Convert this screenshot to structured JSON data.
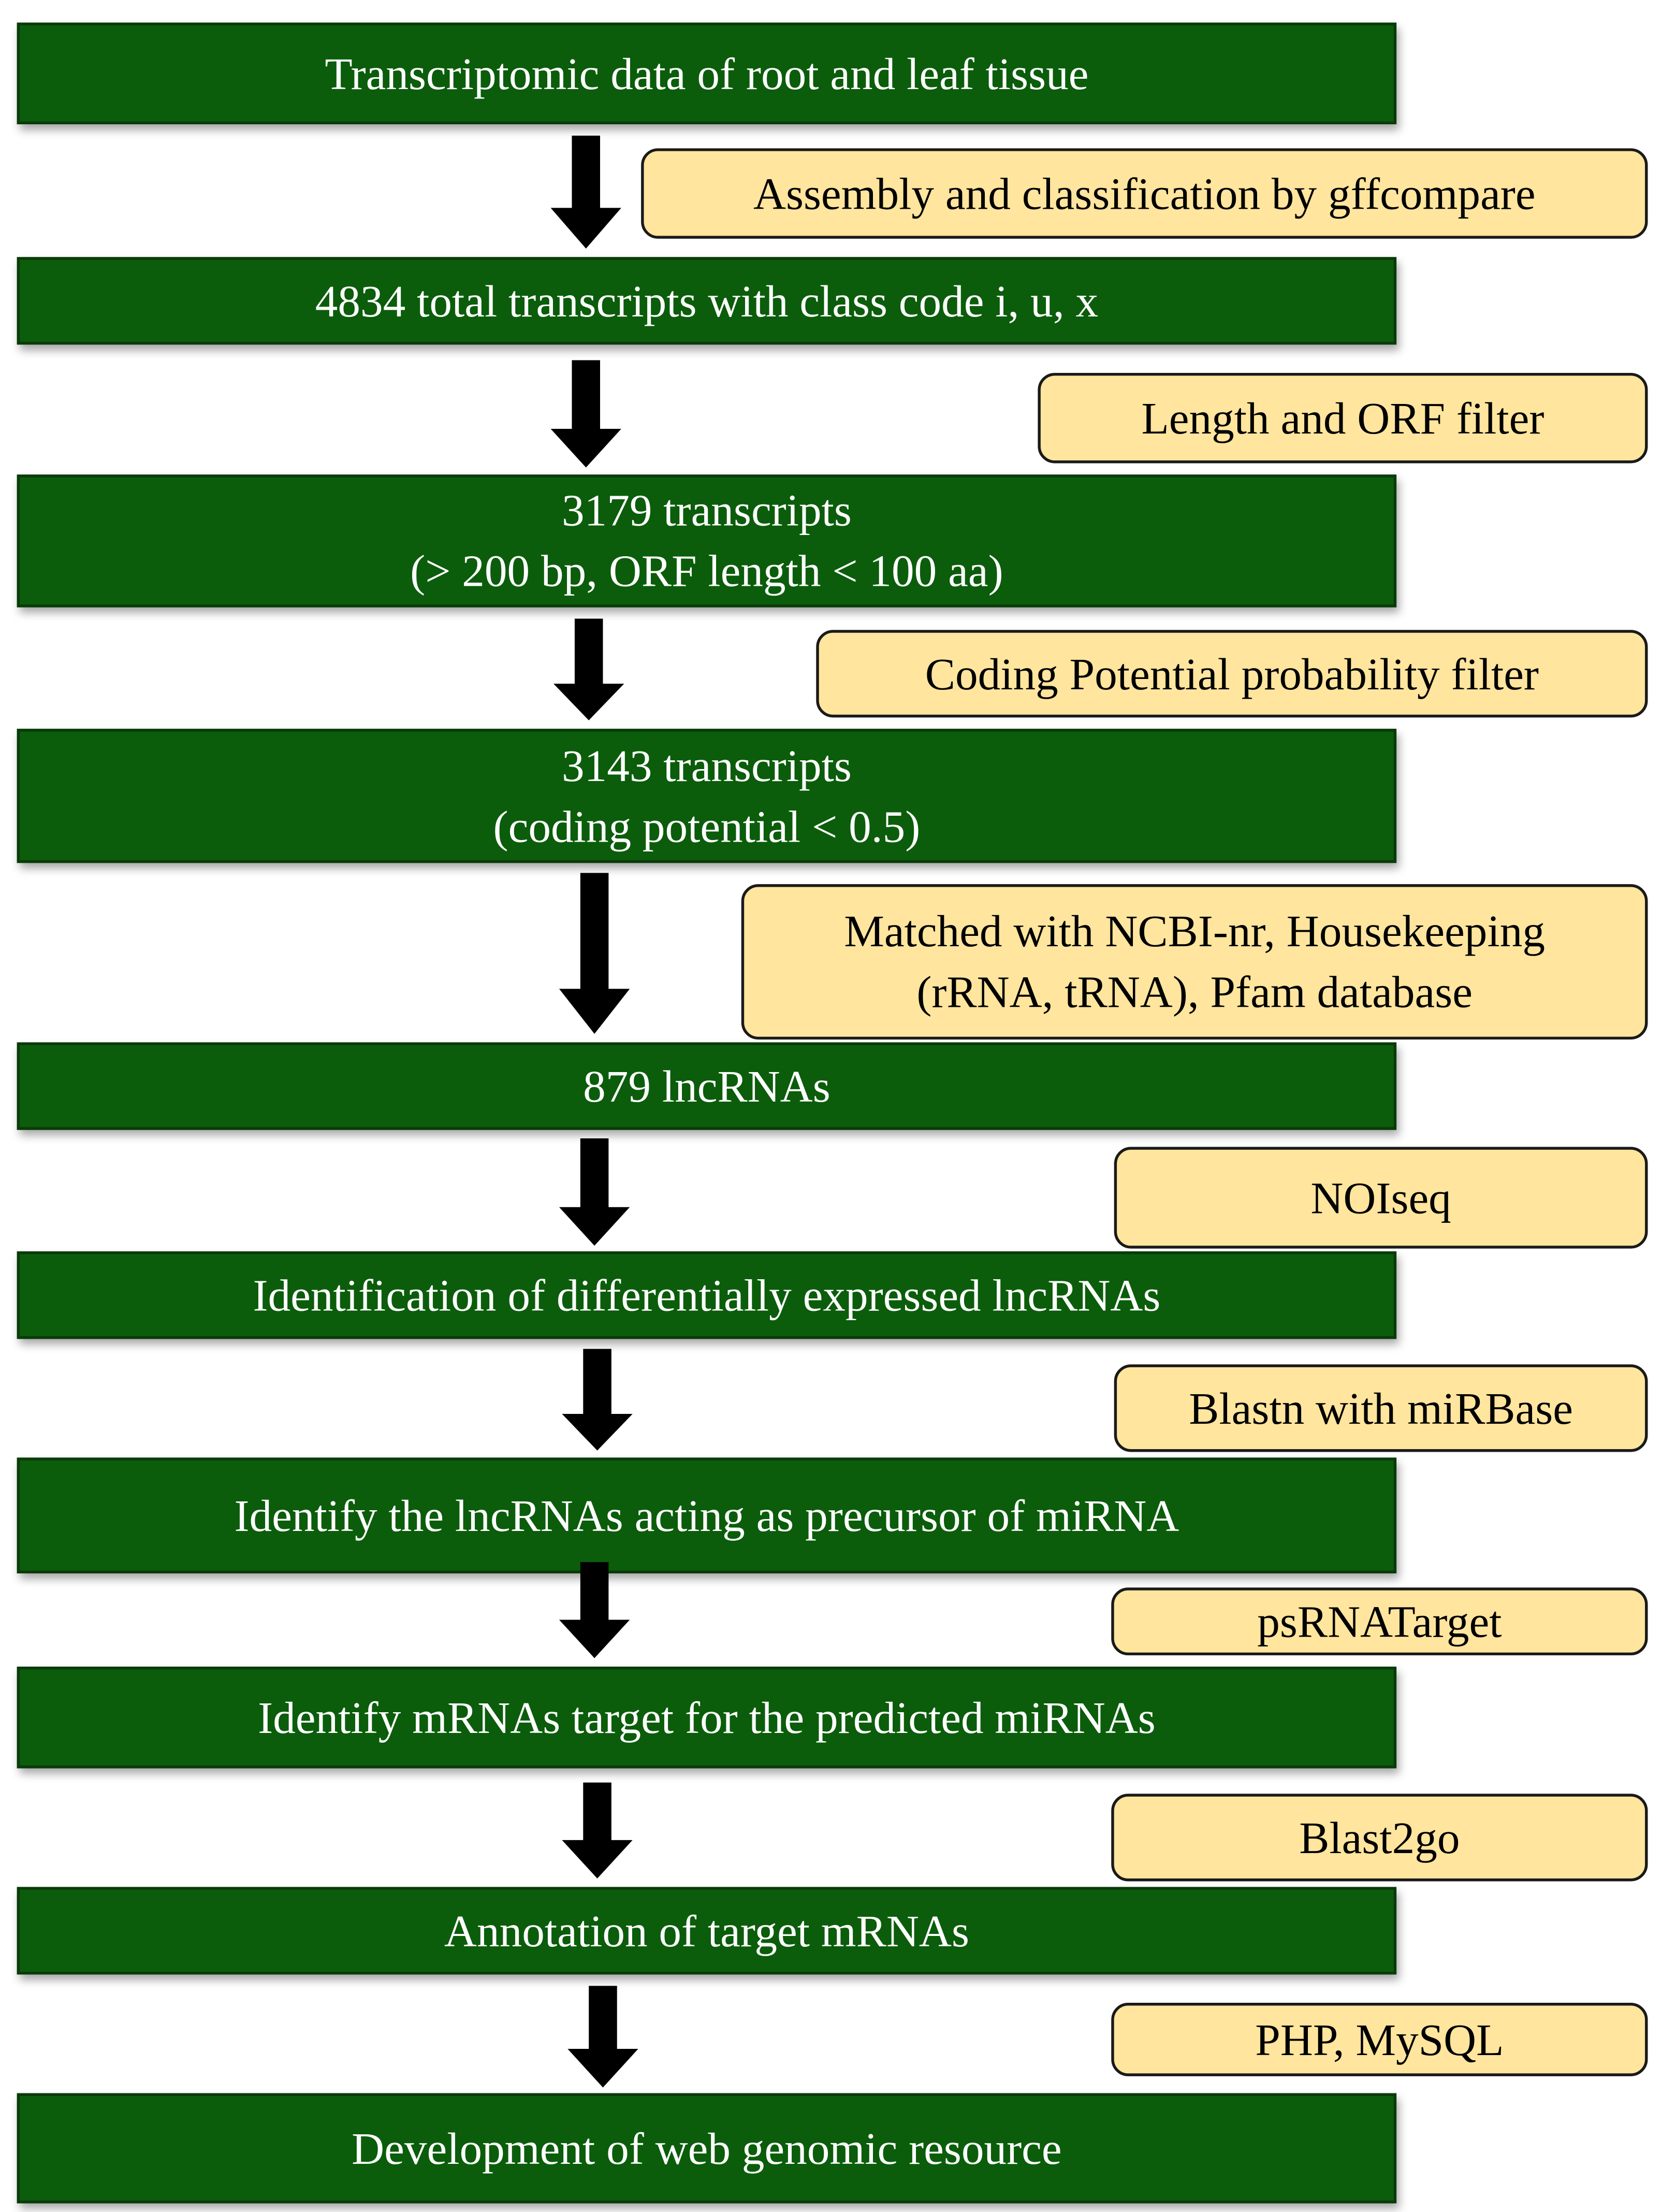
{
  "steps": [
    {
      "lines": [
        "Transcriptomic data of root and leaf tissue"
      ]
    },
    {
      "lines": [
        "4834 total transcripts with class code i, u, x"
      ]
    },
    {
      "lines": [
        "3179 transcripts",
        "(> 200 bp, ORF length < 100 aa)"
      ]
    },
    {
      "lines": [
        "3143 transcripts",
        "(coding potential < 0.5)"
      ]
    },
    {
      "lines": [
        "879 lncRNAs"
      ]
    },
    {
      "lines": [
        "Identification of differentially expressed lncRNAs"
      ]
    },
    {
      "lines": [
        "Identify the lncRNAs acting as precursor of miRNA"
      ]
    },
    {
      "lines": [
        "Identify mRNAs target for the predicted miRNAs"
      ]
    },
    {
      "lines": [
        "Annotation of target mRNAs"
      ]
    },
    {
      "lines": [
        "Development of web genomic resource"
      ]
    }
  ],
  "tools": [
    {
      "lines": [
        "Assembly and classification by gffcompare"
      ]
    },
    {
      "lines": [
        "Length and ORF filter"
      ]
    },
    {
      "lines": [
        "Coding Potential probability filter"
      ]
    },
    {
      "lines": [
        "Matched with NCBI-nr, Housekeeping",
        "(rRNA, tRNA), Pfam database"
      ]
    },
    {
      "lines": [
        "NOIseq"
      ]
    },
    {
      "lines": [
        "Blastn with miRBase"
      ]
    },
    {
      "lines": [
        "psRNATarget"
      ]
    },
    {
      "lines": [
        "Blast2go"
      ]
    },
    {
      "lines": [
        "PHP, MySQL"
      ]
    }
  ],
  "colors": {
    "step_fill": "#0b5d0b",
    "step_text": "#ffffff",
    "tool_fill": "#ffe59e",
    "arrow": "#000000"
  }
}
